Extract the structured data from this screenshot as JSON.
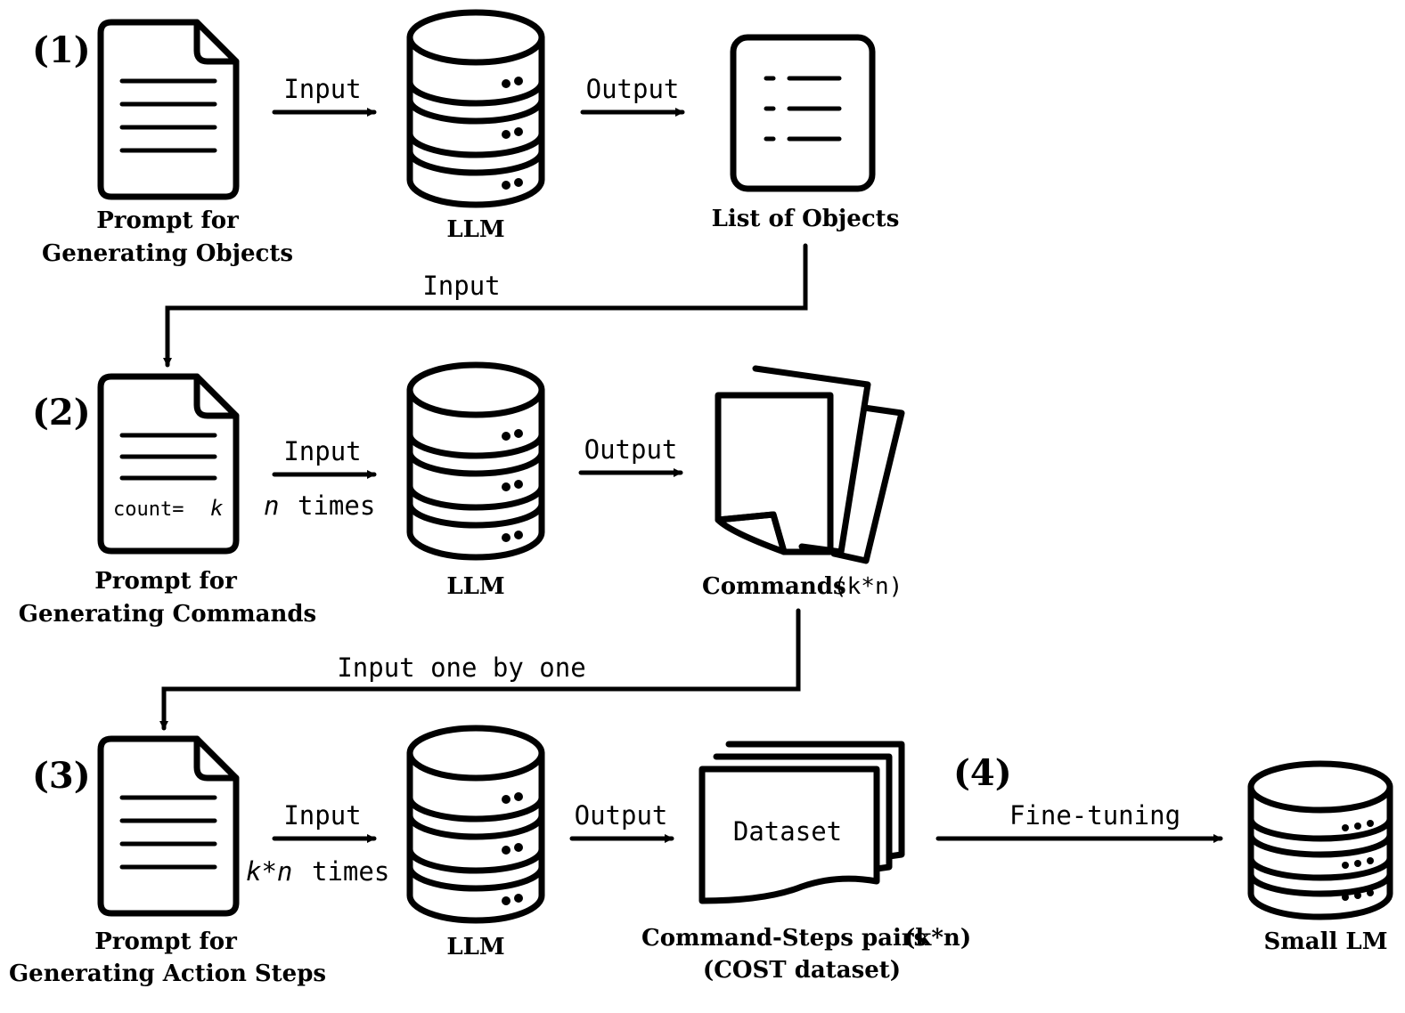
{
  "steps": {
    "s1": "(1)",
    "s2": "(2)",
    "s3": "(3)",
    "s4": "(4)"
  },
  "row1": {
    "prompt_caption_line1": "Prompt for",
    "prompt_caption_line2": "Generating Objects",
    "input_label": "Input",
    "llm_caption": "LLM",
    "output_label": "Output",
    "result_caption": "List of Objects"
  },
  "connector1": {
    "label": "Input"
  },
  "row2": {
    "prompt_count_label": "count=",
    "prompt_count_var": "k",
    "prompt_caption_line1": "Prompt for",
    "prompt_caption_line2": "Generating Commands",
    "input_label": "Input",
    "times_var": "n",
    "times_label": "times",
    "llm_caption": "LLM",
    "output_label": "Output",
    "result_caption": "Commands",
    "result_count": "(k*n)"
  },
  "connector2": {
    "label": "Input one by one"
  },
  "row3": {
    "prompt_caption_line1": "Prompt for",
    "prompt_caption_line2": "Generating Action Steps",
    "input_label": "Input",
    "times_var": "k*n",
    "times_label": "times",
    "llm_caption": "LLM",
    "output_label": "Output",
    "dataset_label": "Dataset",
    "result_caption_line1": "Command-Steps pairs",
    "result_count": "(k*n)",
    "result_caption_line2": "(COST dataset)"
  },
  "row4": {
    "finetune_label": "Fine-tuning",
    "small_lm_caption": "Small LM"
  },
  "icons": {
    "prompt": "document-icon",
    "llm": "database-icon",
    "list": "list-icon",
    "commands": "stacked-pages-icon",
    "dataset": "dataset-stack-icon"
  }
}
